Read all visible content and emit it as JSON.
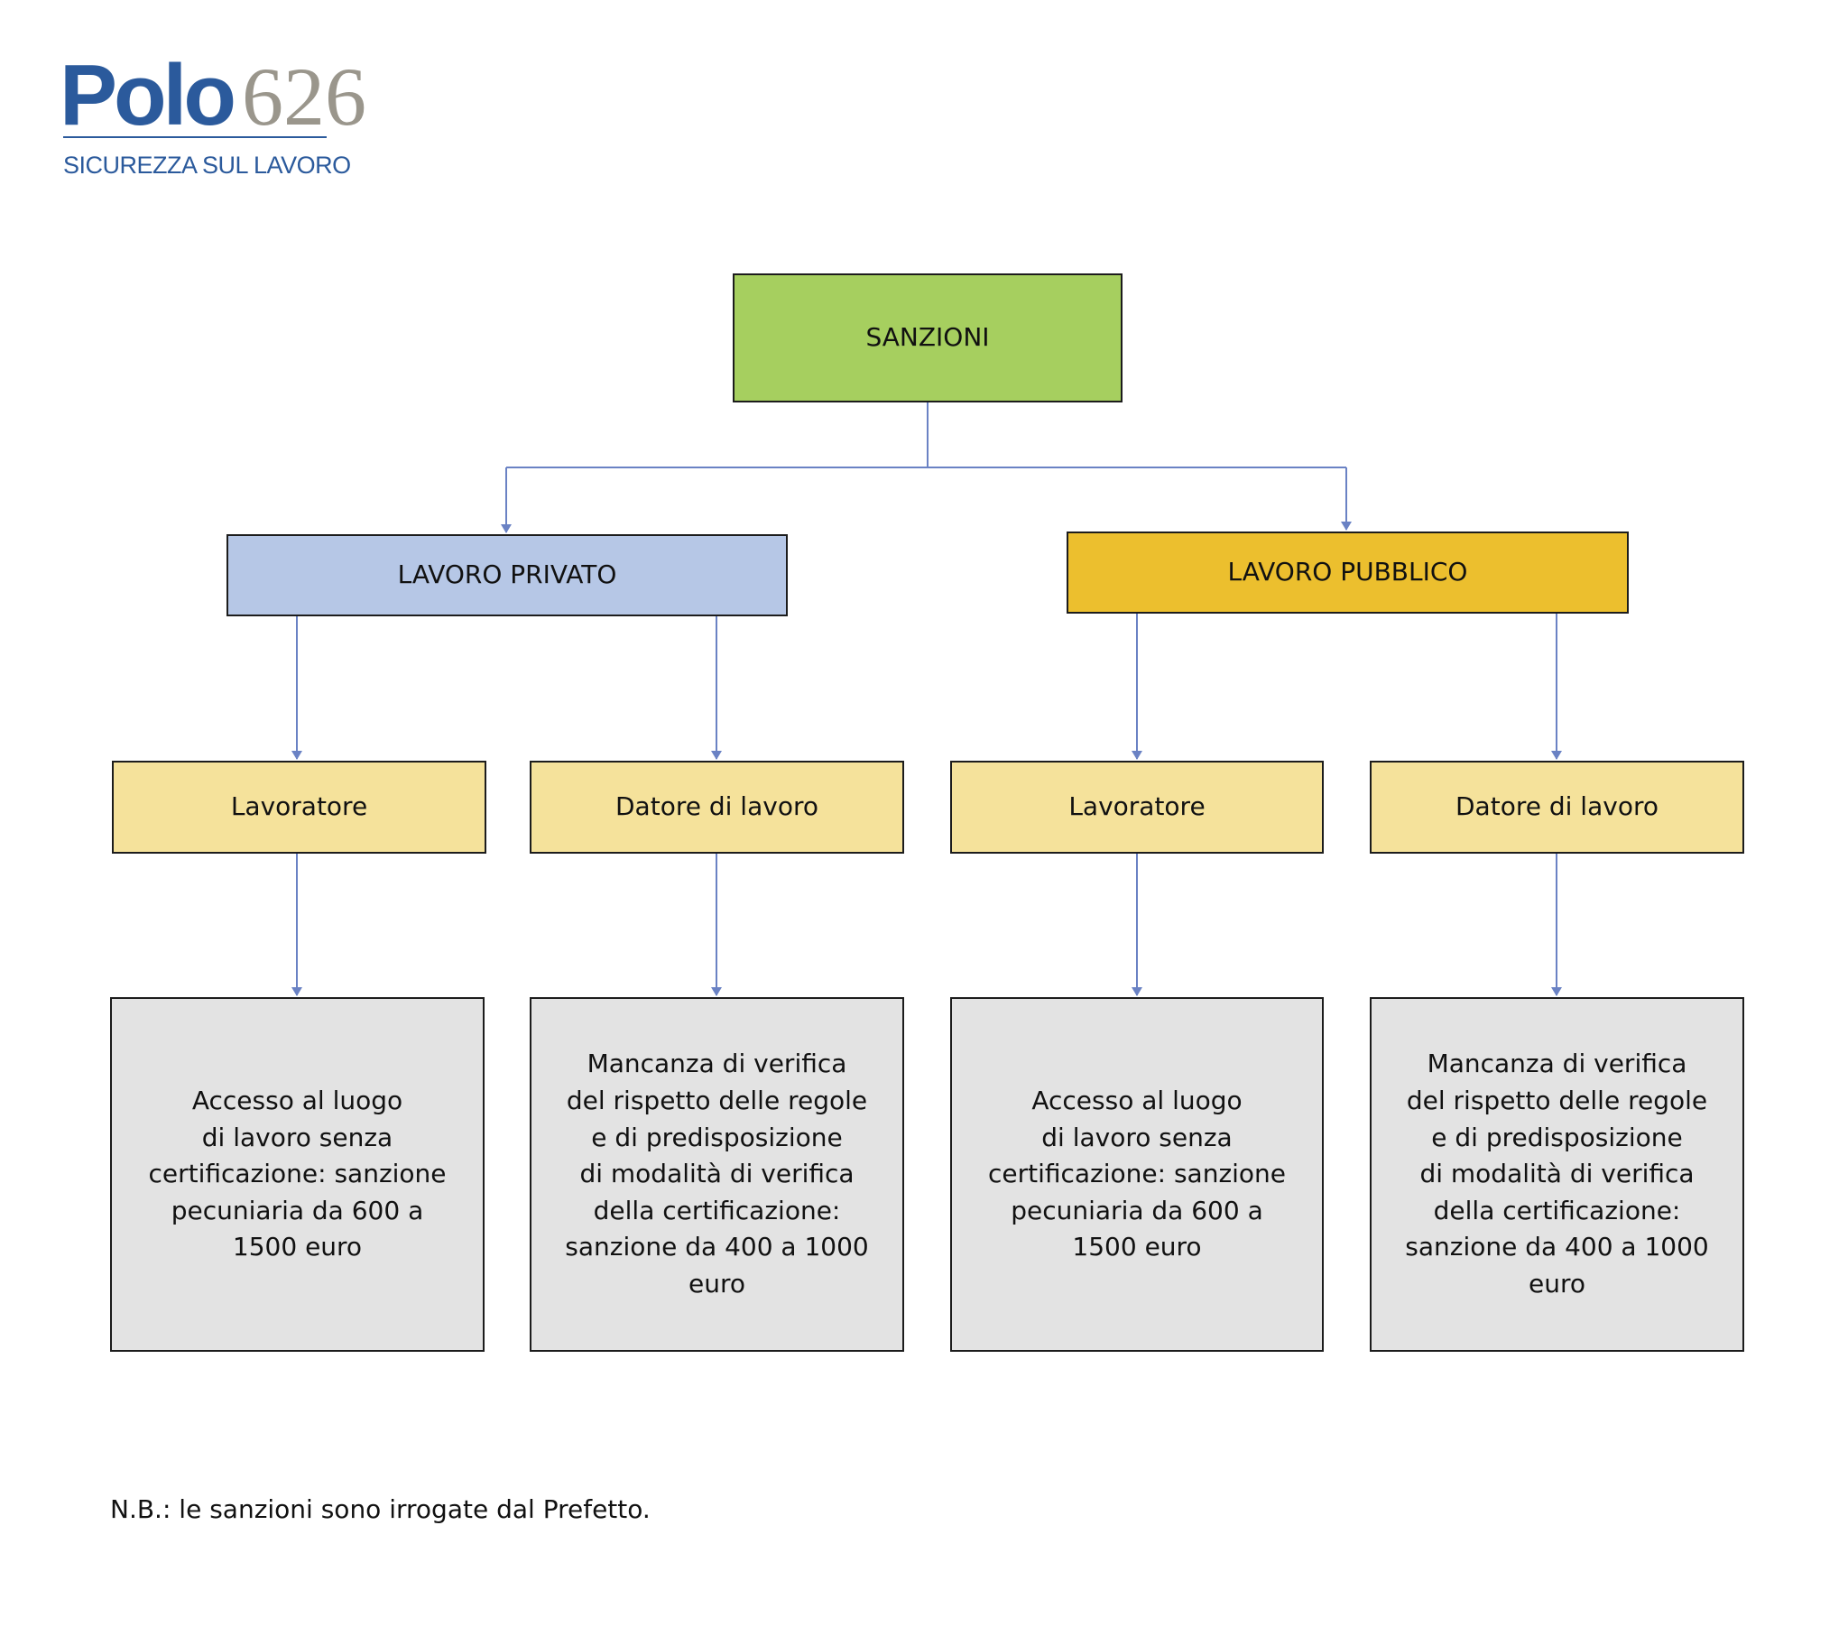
{
  "logo": {
    "word": "Polo",
    "number": "626",
    "tagline": "SICUREZZA SUL LAVORO",
    "colors": {
      "primary": "#2b5a9c",
      "secondary": "#9a968c"
    }
  },
  "diagram": {
    "connector_color": "#6a82c4",
    "nodes": {
      "root": {
        "label": "SANZIONI",
        "color": "#a6cf5f"
      },
      "private": {
        "label": "LAVORO PRIVATO",
        "color": "#b6c7e6"
      },
      "public": {
        "label": "LAVORO PUBBLICO",
        "color": "#ecbf2e"
      },
      "private_worker": {
        "label": "Lavoratore",
        "color": "#f5e29b"
      },
      "private_employer": {
        "label": "Datore di lavoro",
        "color": "#f5e29b"
      },
      "public_worker": {
        "label": "Lavoratore",
        "color": "#f5e29b"
      },
      "public_employer": {
        "label": "Datore di lavoro",
        "color": "#f5e29b"
      },
      "private_worker_sanction": {
        "label": "Accesso al luogo\ndi lavoro senza\ncertificazione: sanzione\npecuniaria da 600 a\n1500 euro",
        "color": "#e3e3e3"
      },
      "private_employer_sanction": {
        "label": "Mancanza di verifica\ndel rispetto delle regole\ne di predisposizione\ndi modalità di verifica\ndella certificazione:\nsanzione da 400 a 1000\neuro",
        "color": "#e3e3e3"
      },
      "public_worker_sanction": {
        "label": "Accesso al luogo\ndi lavoro senza\ncertificazione: sanzione\npecuniaria da 600 a\n1500 euro",
        "color": "#e3e3e3"
      },
      "public_employer_sanction": {
        "label": "Mancanza di verifica\ndel rispetto delle regole\ne di predisposizione\ndi modalità di verifica\ndella certificazione:\nsanzione da 400 a 1000\neuro",
        "color": "#e3e3e3"
      }
    }
  },
  "note": "N.B.: le sanzioni sono irrogate dal Prefetto."
}
